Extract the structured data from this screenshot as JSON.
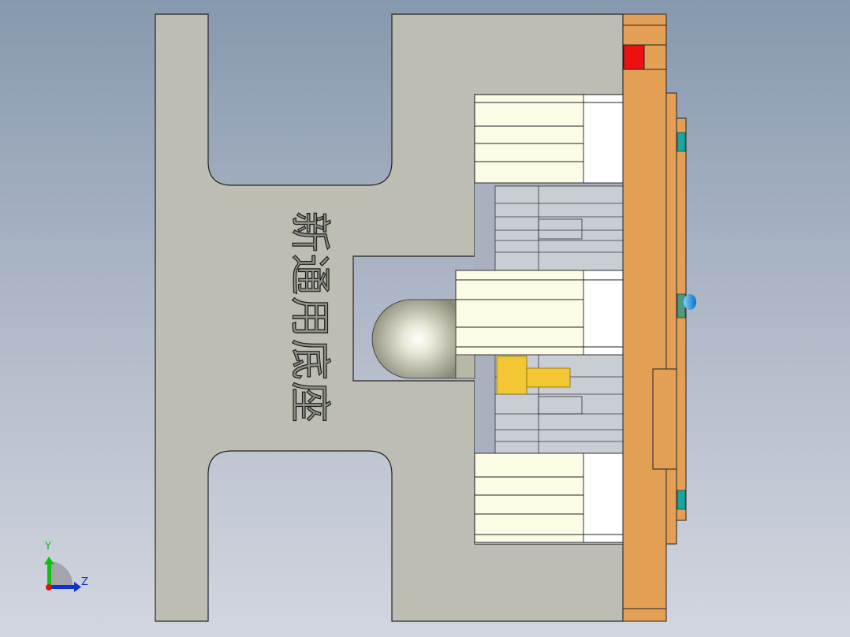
{
  "part": {
    "engraved_text": "新通用底座"
  },
  "triad": {
    "y_label": "Y",
    "z_label": "Z"
  },
  "colors": {
    "base_body": "#bdbdb4",
    "plate": "#e3a055",
    "red_block": "#ee1010",
    "insert_cream": "#fbfbe6",
    "gray_part": "#c9cdd4",
    "yellow_part": "#f2c733",
    "cyan_part": "#1aa6a0",
    "blue_ball": "#29a3e8"
  }
}
